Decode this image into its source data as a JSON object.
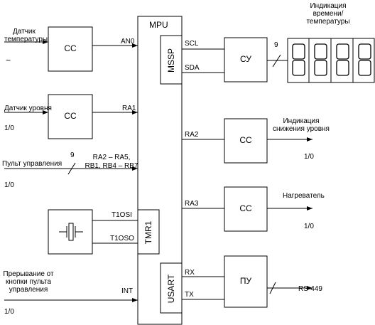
{
  "mpu": {
    "label": "MPU",
    "mssp": "MSSP",
    "tmr1": "TMR1",
    "usart": "USART"
  },
  "ports": {
    "an0": "AN0",
    "ra1": "RA1",
    "ra2": "RA2",
    "ra3": "RA3",
    "scl": "SCL",
    "sda": "SDA",
    "t1osi": "T1OSI",
    "t1oso": "T1OSO",
    "rx": "RX",
    "tx": "TX",
    "int": "INT",
    "bus_a": "RA2 – RA5,",
    "bus_b": "RB1, RB4 – RB7"
  },
  "inputs": {
    "temp_sensor": [
      "Датчик",
      "температуры"
    ],
    "tilde": "~",
    "level_sensor": "Датчик уровня",
    "level_io": "1/0",
    "control_panel": "Пульт управления",
    "panel_io": "1/0",
    "bus_count": "9",
    "interrupt": [
      "Прерывание от",
      "кнопки пульта",
      "управления"
    ],
    "int_io": "1/0"
  },
  "blocks": {
    "cc1": "СС",
    "cc2": "СС",
    "cc3": "СС",
    "cc4": "СС",
    "su": "СУ",
    "pu": "ПУ"
  },
  "outputs": {
    "display_title": [
      "Индикация",
      "времени/",
      "температуры"
    ],
    "display_bus": "9",
    "display_digits": [
      "8",
      "8",
      "8",
      "8"
    ],
    "level_indication": [
      "Индикация",
      "снижения уровня"
    ],
    "level_io": "1/0",
    "heater": "Нагреватель",
    "heater_io": "1/0",
    "rs449": "RS-449"
  }
}
